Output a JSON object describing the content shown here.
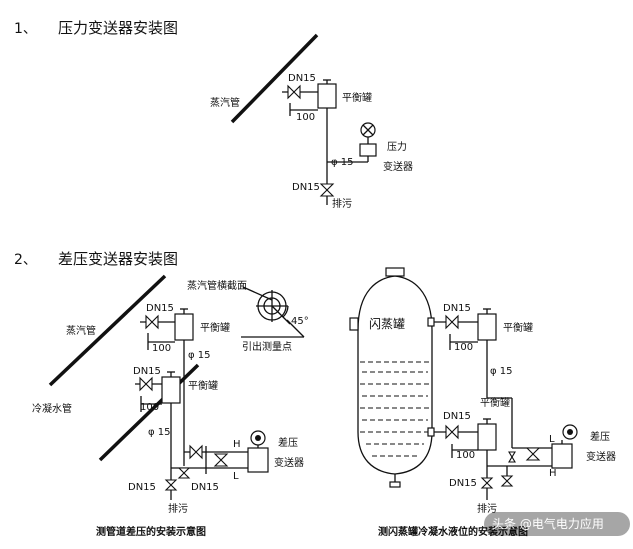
{
  "section1": {
    "number": "1、",
    "title": "压力变送器安装图",
    "labels": {
      "steam_pipe": "蒸汽管",
      "dn15_top": "DN15",
      "dim_100": "100",
      "balance_tank": "平衡罐",
      "transmitter_l1": "压力",
      "transmitter_l2": "变送器",
      "phi15": "φ 15",
      "dn15_bottom": "DN15",
      "drain": "排污"
    }
  },
  "section2": {
    "number": "2、",
    "title": "差压变送器安装图",
    "left": {
      "steam_pipe": "蒸汽管",
      "dn15_a": "DN15",
      "dim_100_a": "100",
      "balance_tank_a": "平衡罐",
      "phi15_a": "φ 15",
      "condensate_pipe": "冷凝水管",
      "dn15_b": "DN15",
      "dim_100_b": "100",
      "balance_tank_b": "平衡罐",
      "phi15_b": "φ 15",
      "H": "H",
      "L": "L",
      "dp_l1": "差压",
      "dp_l2": "变送器",
      "dn15_c": "DN15",
      "dn15_d": "DN15",
      "drain": "排污",
      "cross_section": "蒸汽管横截面",
      "angle": "45°",
      "tap_point": "引出测量点",
      "caption": "测管道差压的安装示意图"
    },
    "right": {
      "vessel": "闪蒸罐",
      "dn15_a": "DN15",
      "dim_100_a": "100",
      "balance_tank_a": "平衡罐",
      "phi15": "φ 15",
      "balance_tank_b": "平衡罐",
      "dn15_b": "DN15",
      "dim_100_b": "100",
      "L": "L",
      "H": "H",
      "dp_l1": "差压",
      "dp_l2": "变送器",
      "dn15_c": "DN15",
      "drain": "排污",
      "caption": "测闪蒸罐冷凝水液位的安装示意图"
    }
  },
  "watermark": "头条 @电气电力应用"
}
